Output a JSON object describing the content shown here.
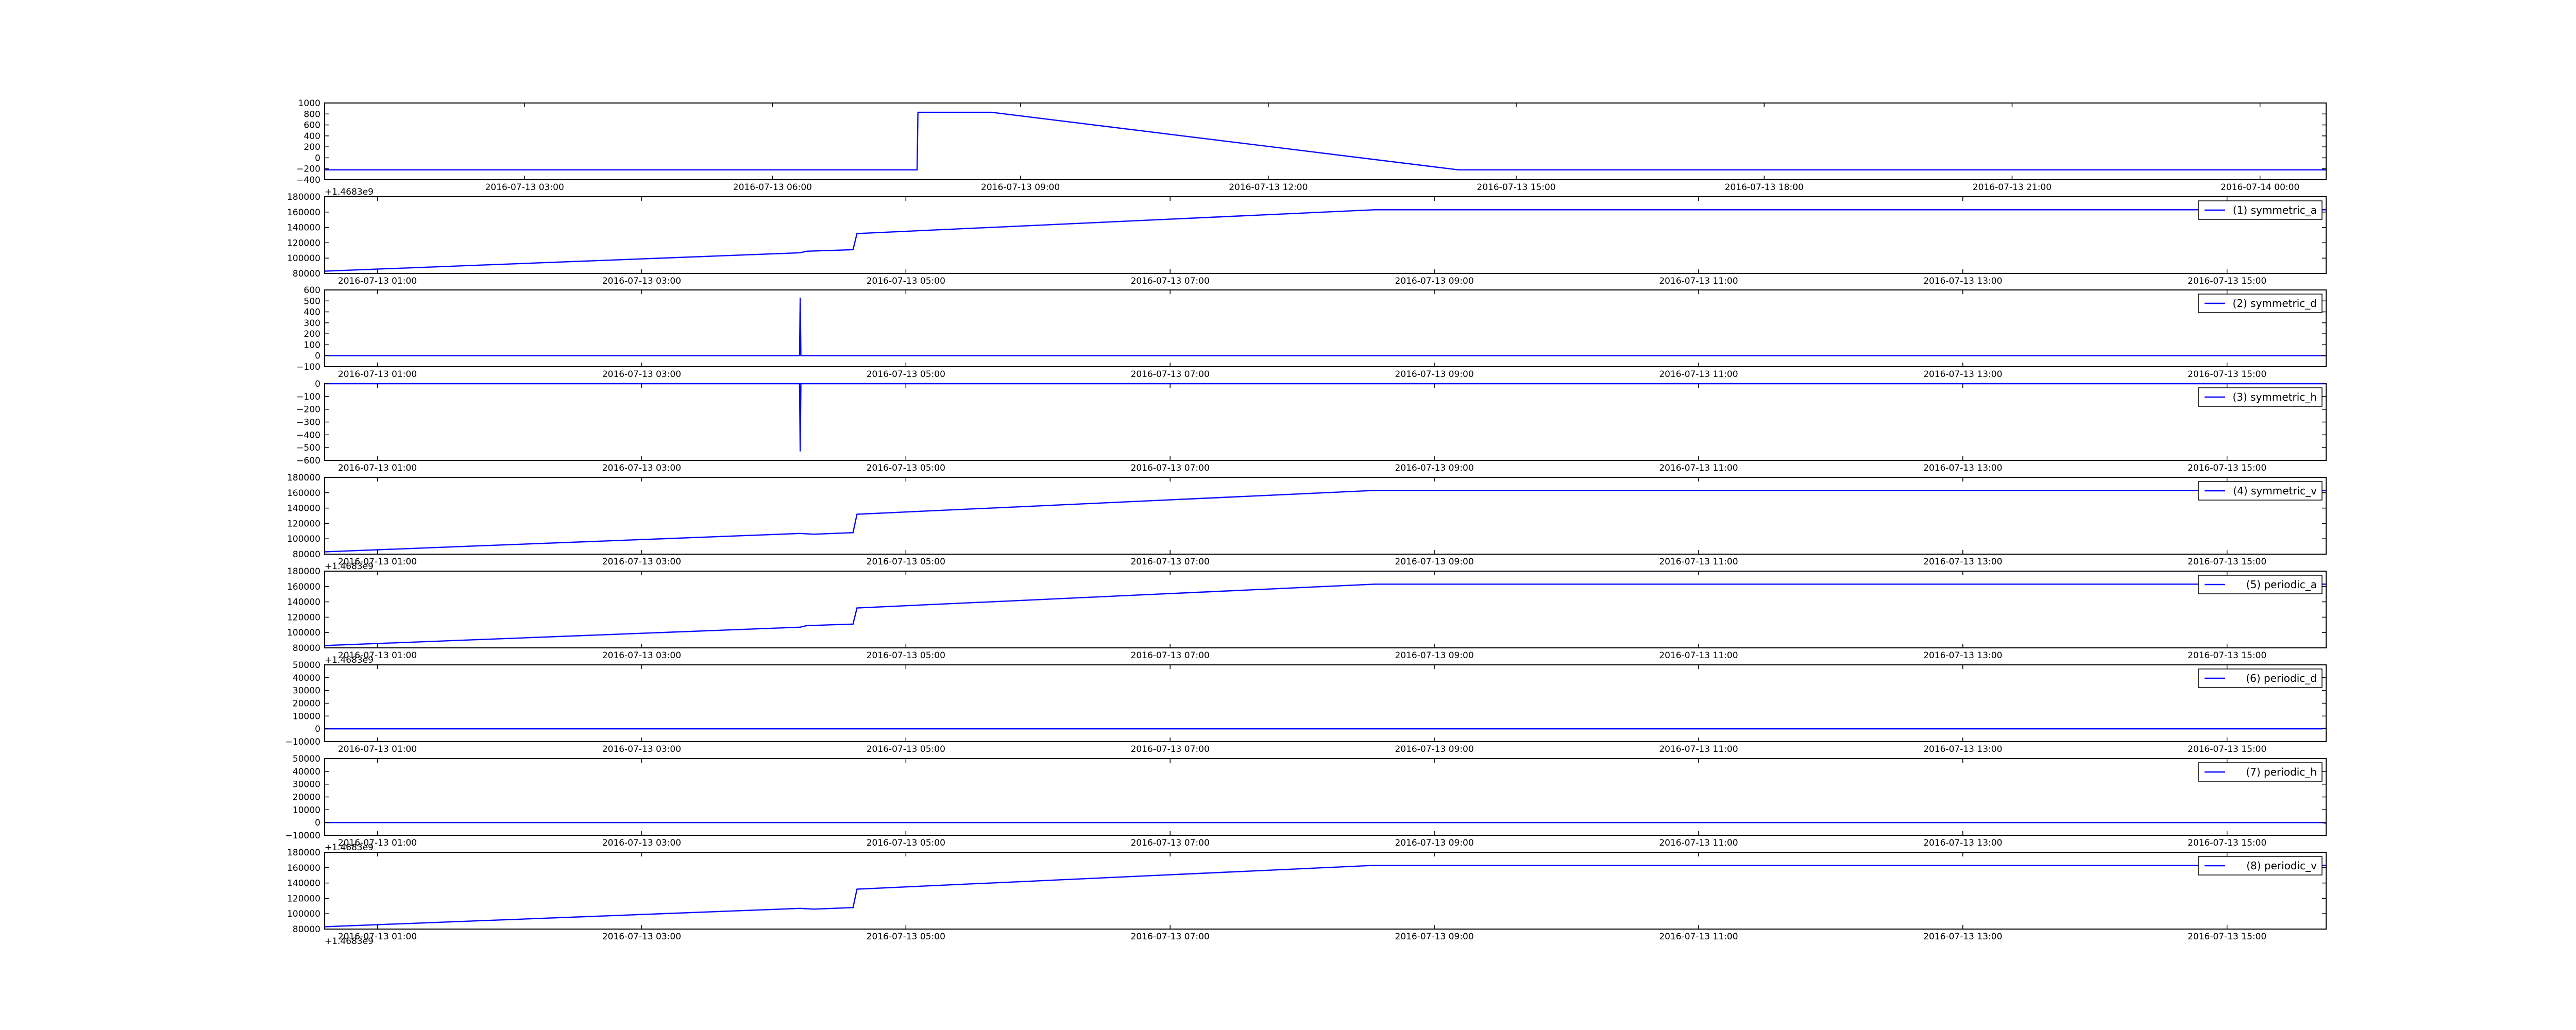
{
  "chart_data": [
    {
      "type": "line",
      "color": "#0000ff",
      "ylim": [
        -400,
        1000
      ],
      "yticks": [
        "1000",
        "800",
        "600",
        "400",
        "200",
        "0",
        "−200",
        "−400"
      ],
      "xtick_labels": [
        "2016-07-13 03:00",
        "2016-07-13 06:00",
        "2016-07-13 09:00",
        "2016-07-13 12:00",
        "2016-07-13 15:00",
        "2016-07-13 18:00",
        "2016-07-13 21:00",
        "2016-07-14 00:00"
      ],
      "x_range_hours": [
        0.58,
        24.8
      ],
      "points": [
        [
          0.58,
          -220
        ],
        [
          7.75,
          -220
        ],
        [
          7.76,
          830
        ],
        [
          8.65,
          830
        ],
        [
          14.3,
          -220
        ],
        [
          24.8,
          -220
        ]
      ],
      "offset_label": "+1.4683e9",
      "legend": null
    },
    {
      "type": "line",
      "color": "#0000ff",
      "ylim": [
        80000,
        180000
      ],
      "yticks": [
        "180000",
        "160000",
        "140000",
        "120000",
        "100000",
        "80000"
      ],
      "xtick_labels": [
        "2016-07-13 01:00",
        "2016-07-13 03:00",
        "2016-07-13 05:00",
        "2016-07-13 07:00",
        "2016-07-13 09:00",
        "2016-07-13 11:00",
        "2016-07-13 13:00",
        "2016-07-13 15:00"
      ],
      "x_range_hours": [
        0.6,
        15.75
      ],
      "points": [
        [
          0.6,
          83000
        ],
        [
          4.2,
          107000
        ],
        [
          4.25,
          109000
        ],
        [
          4.6,
          111000
        ],
        [
          4.63,
          132000
        ],
        [
          8.55,
          163000
        ],
        [
          15.75,
          163000
        ]
      ],
      "offset_label": null,
      "legend": "(1) symmetric_a"
    },
    {
      "type": "line",
      "color": "#0000ff",
      "ylim": [
        -100,
        600
      ],
      "yticks": [
        "600",
        "500",
        "400",
        "300",
        "200",
        "100",
        "0",
        "−100"
      ],
      "xtick_labels": [
        "2016-07-13 01:00",
        "2016-07-13 03:00",
        "2016-07-13 05:00",
        "2016-07-13 07:00",
        "2016-07-13 09:00",
        "2016-07-13 11:00",
        "2016-07-13 13:00",
        "2016-07-13 15:00"
      ],
      "x_range_hours": [
        0.6,
        15.75
      ],
      "points": [
        [
          0.6,
          0
        ],
        [
          4.195,
          0
        ],
        [
          4.2,
          530
        ],
        [
          4.205,
          0
        ],
        [
          15.75,
          0
        ]
      ],
      "offset_label": null,
      "legend": "(2) symmetric_d"
    },
    {
      "type": "line",
      "color": "#0000ff",
      "ylim": [
        -600,
        0
      ],
      "yticks": [
        "0",
        "−100",
        "−200",
        "−300",
        "−400",
        "−500",
        "−600"
      ],
      "xtick_labels": [
        "2016-07-13 01:00",
        "2016-07-13 03:00",
        "2016-07-13 05:00",
        "2016-07-13 07:00",
        "2016-07-13 09:00",
        "2016-07-13 11:00",
        "2016-07-13 13:00",
        "2016-07-13 15:00"
      ],
      "x_range_hours": [
        0.6,
        15.75
      ],
      "points": [
        [
          0.6,
          0
        ],
        [
          4.195,
          0
        ],
        [
          4.2,
          -530
        ],
        [
          4.205,
          0
        ],
        [
          15.75,
          0
        ]
      ],
      "offset_label": null,
      "legend": "(3) symmetric_h"
    },
    {
      "type": "line",
      "color": "#0000ff",
      "ylim": [
        80000,
        180000
      ],
      "yticks": [
        "180000",
        "160000",
        "140000",
        "120000",
        "100000",
        "80000"
      ],
      "xtick_labels": [
        "2016-07-13 01:00",
        "2016-07-13 03:00",
        "2016-07-13 05:00",
        "2016-07-13 07:00",
        "2016-07-13 09:00",
        "2016-07-13 11:00",
        "2016-07-13 13:00",
        "2016-07-13 15:00"
      ],
      "x_range_hours": [
        0.6,
        15.75
      ],
      "points": [
        [
          0.6,
          83000
        ],
        [
          4.2,
          107000
        ],
        [
          4.3,
          106000
        ],
        [
          4.6,
          108000
        ],
        [
          4.63,
          132000
        ],
        [
          8.55,
          163000
        ],
        [
          15.75,
          163000
        ]
      ],
      "offset_label": "+1.4683e9",
      "legend": "(4) symmetric_v"
    },
    {
      "type": "line",
      "color": "#0000ff",
      "ylim": [
        80000,
        180000
      ],
      "yticks": [
        "180000",
        "160000",
        "140000",
        "120000",
        "100000",
        "80000"
      ],
      "xtick_labels": [
        "2016-07-13 01:00",
        "2016-07-13 03:00",
        "2016-07-13 05:00",
        "2016-07-13 07:00",
        "2016-07-13 09:00",
        "2016-07-13 11:00",
        "2016-07-13 13:00",
        "2016-07-13 15:00"
      ],
      "x_range_hours": [
        0.6,
        15.75
      ],
      "points": [
        [
          0.6,
          83000
        ],
        [
          4.2,
          107000
        ],
        [
          4.25,
          109000
        ],
        [
          4.6,
          111000
        ],
        [
          4.63,
          132000
        ],
        [
          8.55,
          163000
        ],
        [
          15.75,
          163000
        ]
      ],
      "offset_label": "+1.4683e9",
      "legend": "(5) periodic_a"
    },
    {
      "type": "line",
      "color": "#0000ff",
      "ylim": [
        -10000,
        50000
      ],
      "yticks": [
        "50000",
        "40000",
        "30000",
        "20000",
        "10000",
        "0",
        "−10000"
      ],
      "xtick_labels": [
        "2016-07-13 01:00",
        "2016-07-13 03:00",
        "2016-07-13 05:00",
        "2016-07-13 07:00",
        "2016-07-13 09:00",
        "2016-07-13 11:00",
        "2016-07-13 13:00",
        "2016-07-13 15:00"
      ],
      "x_range_hours": [
        0.6,
        15.75
      ],
      "points": [
        [
          0.6,
          0
        ],
        [
          15.72,
          0
        ],
        [
          15.75,
          500
        ]
      ],
      "offset_label": null,
      "legend": "(6) periodic_d"
    },
    {
      "type": "line",
      "color": "#0000ff",
      "ylim": [
        -10000,
        50000
      ],
      "yticks": [
        "50000",
        "40000",
        "30000",
        "20000",
        "10000",
        "0",
        "−10000"
      ],
      "xtick_labels": [
        "2016-07-13 01:00",
        "2016-07-13 03:00",
        "2016-07-13 05:00",
        "2016-07-13 07:00",
        "2016-07-13 09:00",
        "2016-07-13 11:00",
        "2016-07-13 13:00",
        "2016-07-13 15:00"
      ],
      "x_range_hours": [
        0.6,
        15.75
      ],
      "points": [
        [
          0.6,
          0
        ],
        [
          15.72,
          0
        ],
        [
          15.75,
          -500
        ]
      ],
      "offset_label": "+1.4683e9",
      "legend": "(7) periodic_h"
    },
    {
      "type": "line",
      "color": "#0000ff",
      "ylim": [
        80000,
        180000
      ],
      "yticks": [
        "180000",
        "160000",
        "140000",
        "120000",
        "100000",
        "80000"
      ],
      "xtick_labels": [
        "2016-07-13 01:00",
        "2016-07-13 03:00",
        "2016-07-13 05:00",
        "2016-07-13 07:00",
        "2016-07-13 09:00",
        "2016-07-13 11:00",
        "2016-07-13 13:00",
        "2016-07-13 15:00"
      ],
      "x_range_hours": [
        0.6,
        15.75
      ],
      "points": [
        [
          0.6,
          83000
        ],
        [
          4.2,
          107000
        ],
        [
          4.3,
          106000
        ],
        [
          4.6,
          108000
        ],
        [
          4.63,
          132000
        ],
        [
          8.55,
          163000
        ],
        [
          15.75,
          163000
        ]
      ],
      "offset_label": "+1.4683e9",
      "legend": "(8) periodic_v"
    }
  ]
}
